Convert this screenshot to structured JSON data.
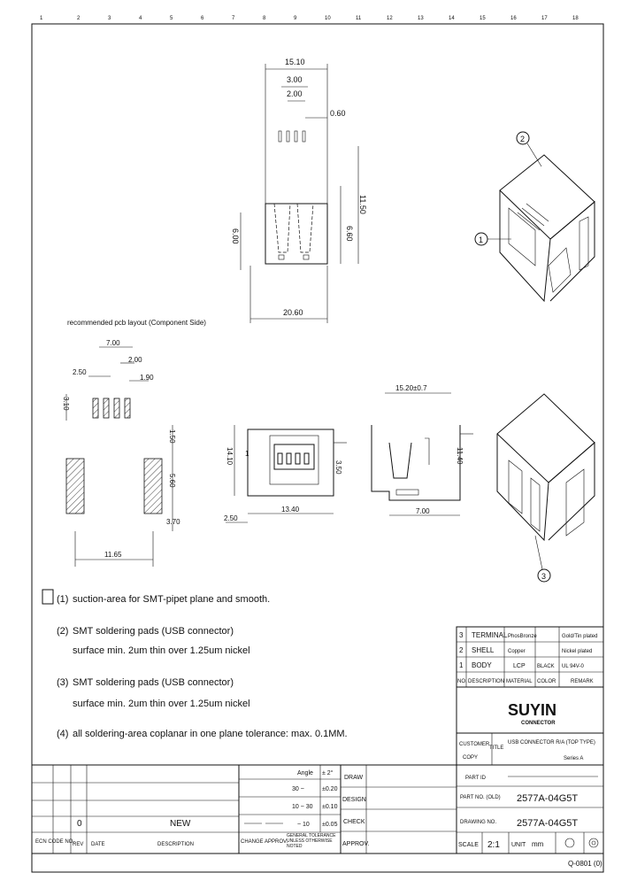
{
  "border": {
    "top_marks": [
      "1",
      "2",
      "3",
      "4",
      "5",
      "6",
      "7",
      "8",
      "9",
      "10",
      "11",
      "12",
      "13",
      "14",
      "15",
      "16",
      "17",
      "18"
    ]
  },
  "top_view": {
    "dims": {
      "w1": "15.10",
      "w2": "3.00",
      "w3": "2.00",
      "w4": "0.60",
      "h1": "6.60",
      "h2": "11.50",
      "h3": "6.00",
      "bottom": "20.60"
    }
  },
  "pcb_layout": {
    "title": "recommended pcb layout (Component Side)",
    "dims": {
      "a": "7.00",
      "b": "2.50",
      "c": "2.00",
      "d": "1.90",
      "e": "3.10",
      "f": "1.50",
      "g": "5.60",
      "h": "3.70",
      "bottom": "11.65"
    }
  },
  "front_view": {
    "dims": {
      "h": "14.10",
      "a": "3.50",
      "w": "13.40",
      "s": "2.50"
    }
  },
  "side_view": {
    "dims": {
      "top": "15.20±0.7",
      "h": "11.40",
      "w": "7.00"
    }
  },
  "notes": [
    {
      "num": "(1)",
      "text": "suction-area for SMT-pipet plane and smooth."
    },
    {
      "num": "(2)",
      "text": "SMT soldering pads (USB connector)",
      "sub": "surface min. 2um thin over 1.25um nickel"
    },
    {
      "num": "(3)",
      "text": "SMT soldering pads (USB connector)",
      "sub": "surface min. 2um thin over 1.25um nickel"
    },
    {
      "num": "(4)",
      "text": "all soldering-area coplanar in one plane tolerance: max. 0.1MM."
    }
  ],
  "bom": {
    "rows": [
      {
        "no": "3",
        "desc": "TERMINAL",
        "mat": "PhosBronze",
        "color": "",
        "remark": "Gold/Tin plated"
      },
      {
        "no": "2",
        "desc": "SHELL",
        "mat": "Copper",
        "color": "",
        "remark": "Nickel plated"
      },
      {
        "no": "1",
        "desc": "BODY",
        "mat": "LCP",
        "color": "BLACK",
        "remark": "UL 94V-0"
      }
    ],
    "header": {
      "no": "NO.",
      "desc": "DESCRIPTION",
      "mat": "MATERIAL",
      "color": "COLOR",
      "remark": "REMARK"
    }
  },
  "company": {
    "name": "SUYIN",
    "sub": "CONNECTOR"
  },
  "title_block": {
    "customer_label": "CUSTOMER",
    "copy_label": "COPY",
    "title_label": "TITLE",
    "title_value": "USB CONNECTOR R/A (TOP TYPE)",
    "series": "Series A",
    "part_id_label": "PART ID",
    "part_no_label": "PART NO. (OLD)",
    "part_no_value": "2577A-04G5T",
    "drawing_no_label": "DRAWING NO.",
    "drawing_no_value": "2577A-04G5T",
    "scale_label": "SCALE",
    "scale_value": "2:1",
    "unit_label": "UNIT",
    "unit_value": "mm",
    "draw_label": "DRAW",
    "design_label": "DESIGN",
    "check_label": "CHECK",
    "approv_label": "APPROV.",
    "doc_code": "Q-0801 (0)"
  },
  "tolerance": {
    "angle_label": "Angle",
    "angle_value": "± 2°",
    "rows": [
      {
        "range": "30 ~",
        "value": "±0.20"
      },
      {
        "range": "10 ~ 30",
        "value": "±0.10"
      },
      {
        "range": "~ 10",
        "value": "±0.05"
      }
    ],
    "general_note": "GENERAL TOLERANCE UNLESS OTHERWISE NOTED",
    "change_approv": "CHANGE APPROV."
  },
  "revision": {
    "rev": "0",
    "desc": "NEW",
    "headers": {
      "ecn": "ECN CODE NO.",
      "rev": "REV",
      "date": "DATE",
      "desc": "DESCRIPTION"
    }
  }
}
